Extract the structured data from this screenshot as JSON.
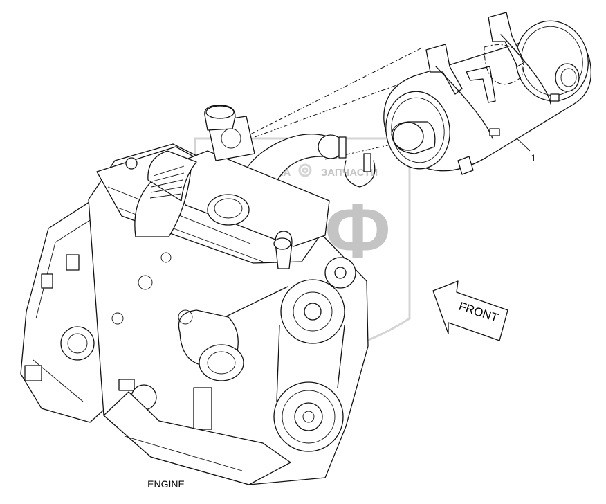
{
  "labels": {
    "engine": "ENGINE",
    "front": "FRONT",
    "callout_1": "1"
  },
  "watermark": {
    "letters": "ЭПФ",
    "text_left": "ТЕХНИКА",
    "text_right": "ЗАПЧАСТИ"
  },
  "icons": {
    "front_arrow": "arrow-left-icon",
    "watermark_logo": "gear-icon"
  },
  "colors": {
    "line": "#111111",
    "background": "#ffffff",
    "watermark": "#c4c4c4"
  }
}
